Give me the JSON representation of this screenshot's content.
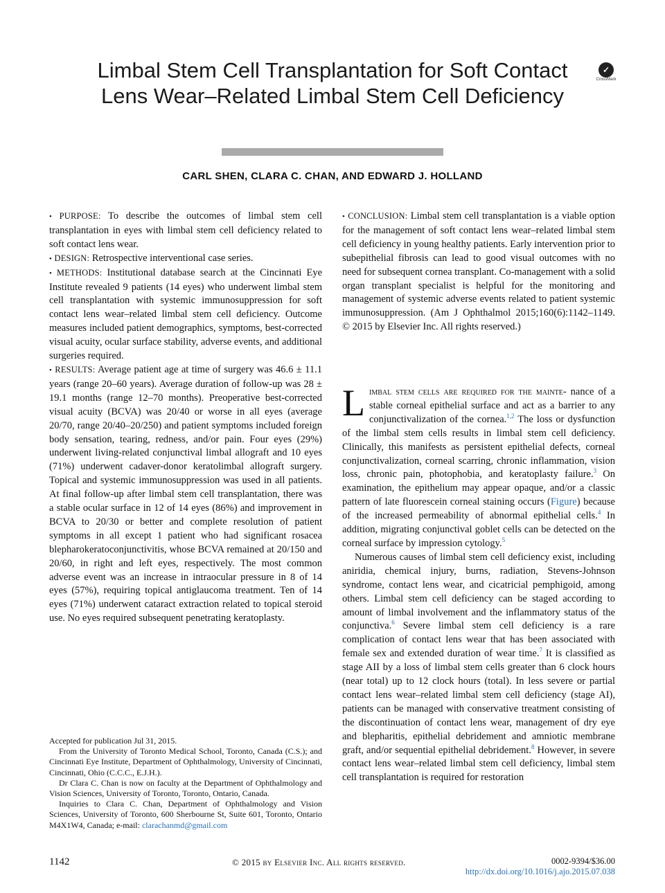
{
  "article": {
    "title": "Limbal Stem Cell Transplantation for Soft Contact Lens Wear–Related Limbal Stem Cell Deficiency",
    "crossmark_label": "CrossMark",
    "authors": "CARL SHEN, CLARA C. CHAN, AND EDWARD J. HOLLAND"
  },
  "abstract": {
    "purpose_label": "PURPOSE:",
    "purpose_text": "To describe the outcomes of limbal stem cell transplantation in eyes with limbal stem cell deficiency related to soft contact lens wear.",
    "design_label": "DESIGN:",
    "design_text": "Retrospective interventional case series.",
    "methods_label": "METHODS:",
    "methods_text": "Institutional database search at the Cincinnati Eye Institute revealed 9 patients (14 eyes) who underwent limbal stem cell transplantation with systemic immunosuppression for soft contact lens wear–related limbal stem cell deficiency. Outcome measures included patient demographics, symptoms, best-corrected visual acuity, ocular surface stability, adverse events, and additional surgeries required.",
    "results_label": "RESULTS:",
    "results_text": "Average patient age at time of surgery was 46.6 ± 11.1 years (range 20–60 years). Average duration of follow-up was 28 ± 19.1 months (range 12–70 months). Preoperative best-corrected visual acuity (BCVA) was 20/40 or worse in all eyes (average 20/70, range 20/40–20/250) and patient symptoms included foreign body sensation, tearing, redness, and/or pain. Four eyes (29%) underwent living-related conjunctival limbal allograft and 10 eyes (71%) underwent cadaver-donor keratolimbal allograft surgery. Topical and systemic immunosuppression was used in all patients. At final follow-up after limbal stem cell transplantation, there was a stable ocular surface in 12 of 14 eyes (86%) and improvement in BCVA to 20/30 or better and complete resolution of patient symptoms in all except 1 patient who had significant rosacea blepharokeratoconjunctivitis, whose BCVA remained at 20/150 and 20/60, in right and left eyes, respectively. The most common adverse event was an increase in intraocular pressure in 8 of 14 eyes (57%), requiring topical antiglaucoma treatment. Ten of 14 eyes (71%) underwent cataract extraction related to topical steroid use. No eyes required subsequent penetrating keratoplasty.",
    "conclusion_label": "CONCLUSION:",
    "conclusion_text": "Limbal stem cell transplantation is a viable option for the management of soft contact lens wear–related limbal stem cell deficiency in young healthy patients. Early intervention prior to subepithelial fibrosis can lead to good visual outcomes with no need for subsequent cornea transplant. Co-management with a solid organ transplant specialist is helpful for the monitoring and management of systemic adverse events related to patient systemic immunosuppression. (Am J Ophthalmol 2015;160(6):1142–1149. © 2015 by Elsevier Inc. All rights reserved.)"
  },
  "body": {
    "p1_dropcap": "L",
    "p1_smallcaps": "imbal stem cells are required for the mainte-",
    "p1_a": "nance of a stable corneal epithelial surface and act as a barrier to any conjunctivalization of the cornea.",
    "p1_ref1": "1,2",
    "p1_b": " The loss or dysfunction of the limbal stem cells results in limbal stem cell deficiency. Clinically, this manifests as persistent epithelial defects, corneal conjunctivalization, corneal scarring, chronic inflammation, vision loss, chronic pain, photophobia, and keratoplasty failure.",
    "p1_ref2": "3",
    "p1_c": " On examination, the epithelium may appear opaque, and/or a classic pattern of late fluorescein corneal staining occurs (",
    "p1_figure_link": "Figure",
    "p1_d": ") because of the increased permeability of abnormal epithelial cells.",
    "p1_ref3": "4",
    "p1_e": " In addition, migrating conjunctival goblet cells can be detected on the corneal surface by impression cytology.",
    "p1_ref4": "5",
    "p2_a": "Numerous causes of limbal stem cell deficiency exist, including aniridia, chemical injury, burns, radiation, Stevens-Johnson syndrome, contact lens wear, and cicatricial pemphigoid, among others. Limbal stem cell deficiency can be staged according to amount of limbal involvement and the inflammatory status of the conjunctiva.",
    "p2_ref1": "6",
    "p2_b": " Severe limbal stem cell deficiency is a rare complication of contact lens wear that has been associated with female sex and extended duration of wear time.",
    "p2_ref2": "7",
    "p2_c": " It is classified as stage AII by a loss of limbal stem cells greater than 6 clock hours (near total) up to 12 clock hours (total). In less severe or partial contact lens wear–related limbal stem cell deficiency (stage AI), patients can be managed with conservative treatment consisting of the discontinuation of contact lens wear, management of dry eye and blepharitis, epithelial debridement and amniotic membrane graft, and/or sequential epithelial debridement.",
    "p2_ref3": "8",
    "p2_d": " However, in severe contact lens wear–related limbal stem cell deficiency, limbal stem cell transplantation is required for restoration"
  },
  "footnotes": {
    "accepted": "Accepted for publication Jul 31, 2015.",
    "affiliation": "From the University of Toronto Medical School, Toronto, Canada (C.S.); and Cincinnati Eye Institute, Department of Ophthalmology, University of Cincinnati, Cincinnati, Ohio (C.C.C., E.J.H.).",
    "current": "Dr Clara C. Chan is now on faculty at the Department of Ophthalmology and Vision Sciences, University of Toronto, Toronto, Ontario, Canada.",
    "inquiries": "Inquiries to Clara C. Chan, Department of Ophthalmology and Vision Sciences, University of Toronto, 600 Sherbourne St, Suite 601, Toronto, Ontario M4X1W4, Canada; e-mail: ",
    "email": "clarachanmd@gmail.com"
  },
  "footer": {
    "page_number": "1142",
    "copyright": "© 2015 by Elsevier Inc. All rights reserved.",
    "price": "0002-9394/$36.00",
    "doi": "http://dx.doi.org/10.1016/j.ajo.2015.07.038"
  }
}
